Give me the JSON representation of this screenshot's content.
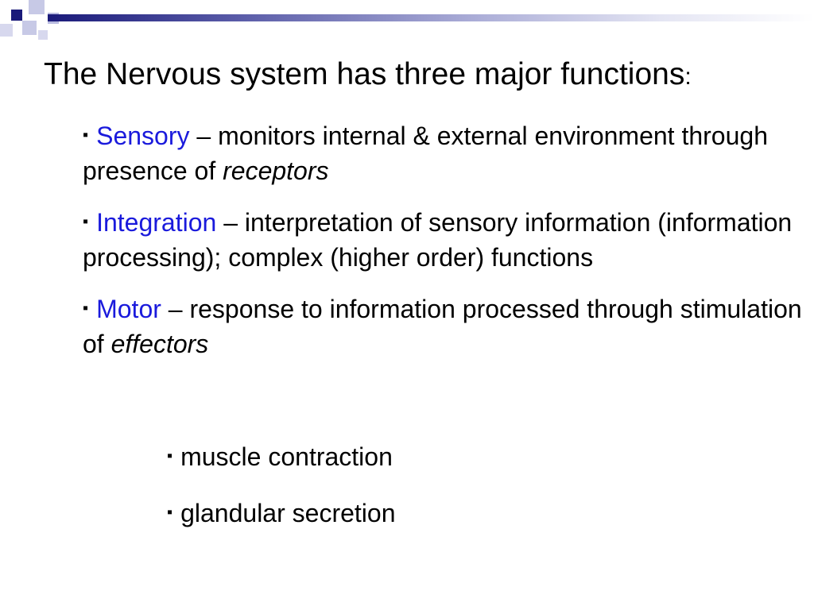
{
  "slide": {
    "title": "The Nervous system has three major functions",
    "title_colon": ":",
    "bullet_marker": "▪",
    "items": [
      {
        "term": "Sensory",
        "text": " – monitors internal & external environment through presence of ",
        "emphasis": "receptors"
      },
      {
        "term": "Integration",
        "text": " – interpretation of sensory information (information processing); complex (higher order) functions",
        "emphasis": ""
      },
      {
        "term": "Motor",
        "text": " – response to information processed through stimulation of ",
        "emphasis": "effectors"
      }
    ],
    "sub_items": [
      {
        "text": "muscle contraction"
      },
      {
        "text": "glandular secretion"
      }
    ]
  },
  "colors": {
    "term": "#1a1adc",
    "accent_dark": "#1a1a7a"
  }
}
